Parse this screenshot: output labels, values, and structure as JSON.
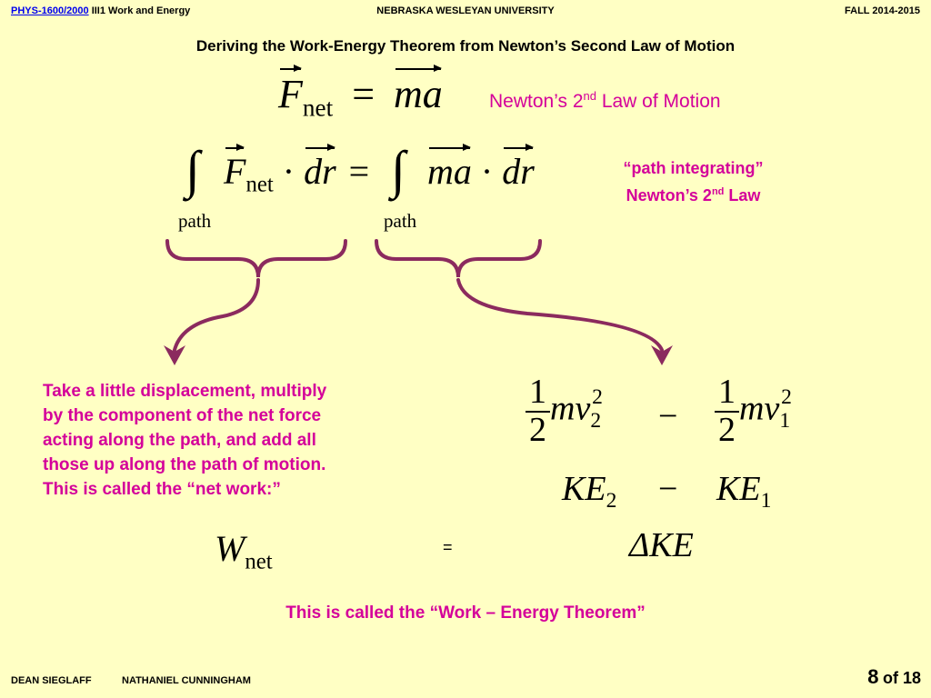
{
  "header": {
    "course_link": "PHYS-1600/2000",
    "course_topic": "III1 Work and Energy",
    "university": "NEBRASKA WESLEYAN UNIVERSITY",
    "term": "FALL 2014-2015"
  },
  "title": "Deriving the Work-Energy Theorem from Newton’s Second Law of Motion",
  "eq1": {
    "F": "F",
    "net": "net",
    "equals": "=",
    "ma": "ma",
    "label": "Newton’s 2",
    "label_sup": "nd",
    "label_tail": " Law of Motion"
  },
  "eq2": {
    "integral": "∫",
    "F": "F",
    "net": "net",
    "dot": "·",
    "dr": "dr",
    "equals": "=",
    "ma": "ma",
    "path": "path",
    "label_line1": "“path integrating”",
    "label_line2": "Newton’s 2",
    "label_sup": "nd",
    "label_tail": " Law"
  },
  "explanation": [
    "Take a little displacement, multiply",
    "by the component of the net force",
    "acting along the path, and add all",
    "those up along the path of motion.",
    "This is called the “net work:”"
  ],
  "kinetic": {
    "one": "1",
    "two": "2",
    "mv": "mv",
    "sub2": "2",
    "sub1": "1",
    "sq": "2",
    "minus": "−",
    "KE": "KE",
    "ke_sub2": "2",
    "ke_sub1": "1"
  },
  "result": {
    "W": "W",
    "net": "net",
    "equals": "=",
    "delta_ke": "ΔKE"
  },
  "conclusion": "This is called the “Work – Energy Theorem”",
  "footer": {
    "author1": "DEAN SIEGLAFF",
    "author2": "NATHANIEL CUNNINGHAM",
    "page_num": "8",
    "page_of": "of 18"
  },
  "colors": {
    "background": "#ffffc4",
    "accent": "#d4009a",
    "brace": "#8b2a5e"
  }
}
